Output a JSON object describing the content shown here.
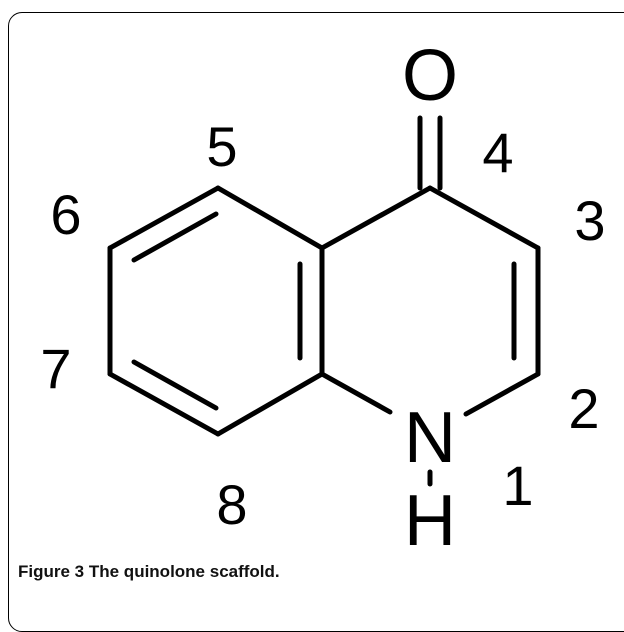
{
  "caption": {
    "figure_label": "Figure 3",
    "text": "The quinolone scaffold."
  },
  "atoms": {
    "oxygen": "O",
    "nitrogen": "N",
    "hydrogen": "H"
  },
  "positions": {
    "p1": "1",
    "p2": "2",
    "p3": "3",
    "p4": "4",
    "p5": "5",
    "p6": "6",
    "p7": "7",
    "p8": "8"
  }
}
